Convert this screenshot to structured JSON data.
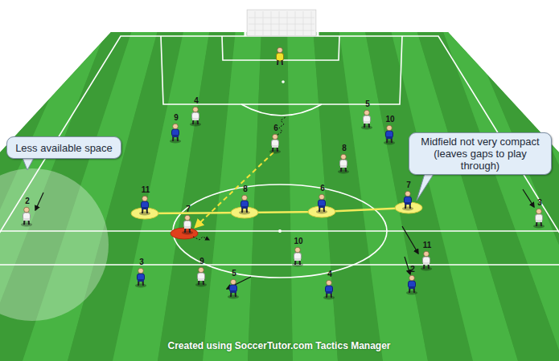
{
  "diagram": {
    "nodes": [
      {
        "text": [
          "Less available space"
        ]
      },
      {
        "text": [
          "Midfield not very compact (leaves gaps to play through)"
        ]
      }
    ],
    "labels": [
      "4",
      "5",
      "9",
      "6",
      "10",
      "8",
      "11",
      "7",
      "8",
      "6",
      "7",
      "2",
      "3",
      "10",
      "11",
      "3",
      "9",
      "5",
      "4",
      "2",
      "Created using SoccerTutor.com Tactics Manager"
    ]
  }
}
